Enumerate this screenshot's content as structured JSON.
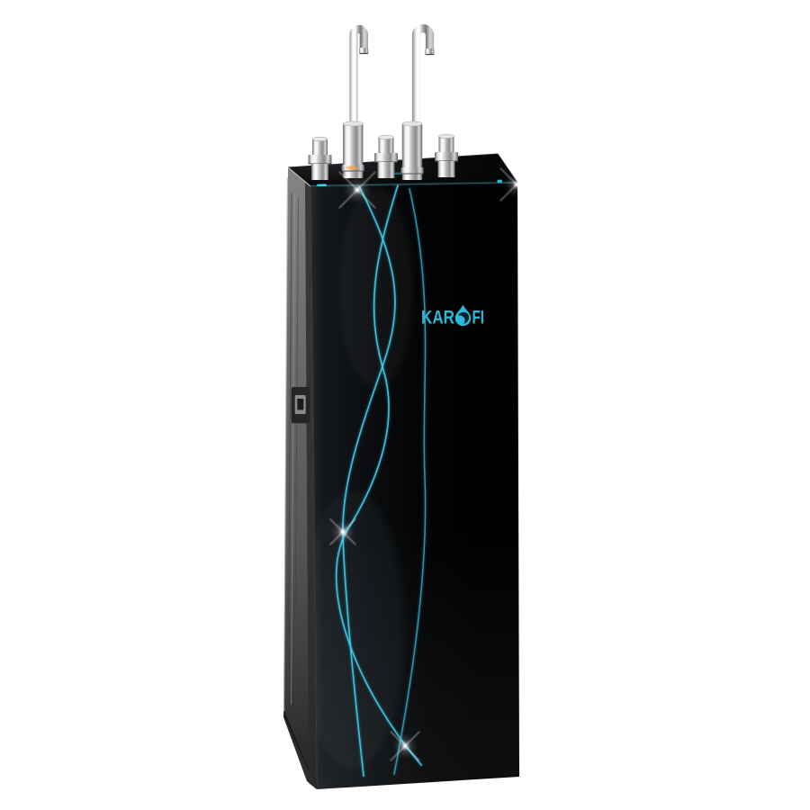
{
  "scene": {
    "description": "Product photo of an upright Karofi water purifier cabinet on a white background",
    "background_color": "#ffffff"
  },
  "brand": {
    "name": "KAROFI",
    "logo_left": "KAR",
    "logo_right": "FI",
    "logo_color": "#2bb9d9",
    "logo_drop_icon": "water-drop-icon"
  },
  "cabinet": {
    "front_panel_color": "#07090c",
    "side_panel_color": "#6e6e6e",
    "top_panel_color": "#050607",
    "accent_wave_color": "#35bcd8",
    "wave_line_count": 3
  },
  "fixtures": {
    "finish": "chrome",
    "gooseneck_faucet_count": 2,
    "dispenser_knob_count": 3
  },
  "effects": {
    "sparkle_count": 4,
    "sparkle_color": "#ffffff",
    "indicator_glow_color": "#2fb4d4",
    "warm_glint_color": "#ff9b3d"
  }
}
